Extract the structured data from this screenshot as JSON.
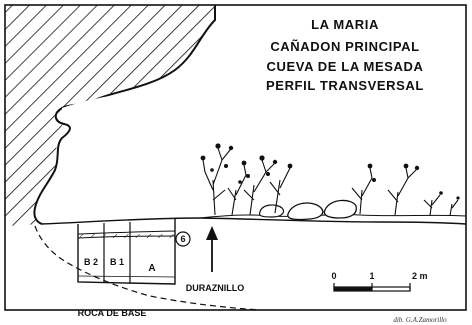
{
  "title_lines": [
    "LA MARIA",
    "CAÑADON PRINCIPAL",
    "CUEVA DE LA MESADA",
    "PERFIL TRANSVERSAL"
  ],
  "layers": [
    "B 2",
    "B 1",
    "A"
  ],
  "marker_number": "6",
  "duraznillo_label": "DURAZNILLO",
  "bedrock_label": "ROCA DE BASE",
  "scale": {
    "ticks": [
      "0",
      "1",
      "2 m"
    ]
  },
  "credit": "dib. G.A.Zamorillo"
}
